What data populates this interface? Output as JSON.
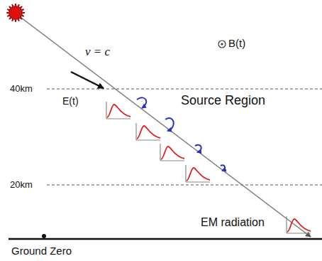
{
  "diagram": {
    "labels": [
      "v = c",
      "B(t)",
      "40km",
      "E(t)",
      "Source Region",
      "20km",
      "EM radiation",
      "Ground Zero"
    ]
  }
}
